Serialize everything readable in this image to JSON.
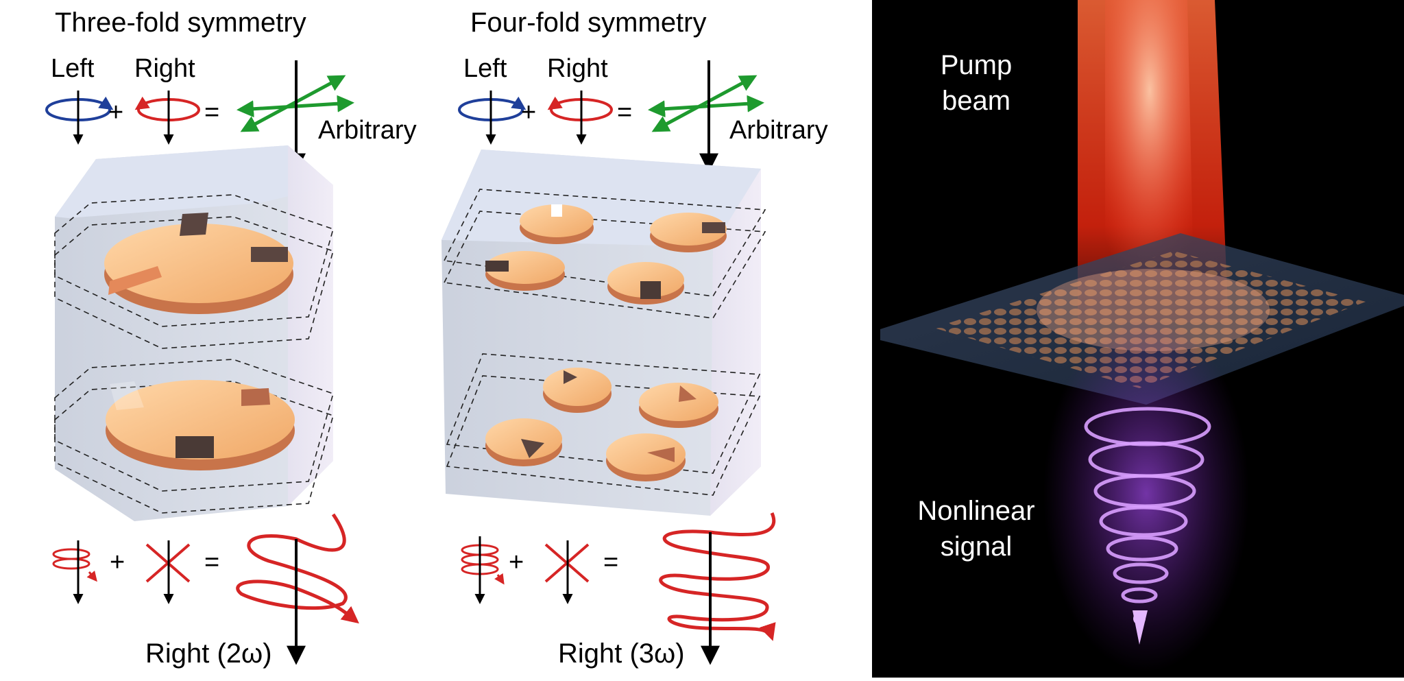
{
  "panels": {
    "three_fold": {
      "title": "Three-fold symmetry",
      "left_label": "Left",
      "right_label": "Right",
      "plus": "+",
      "equals": "=",
      "arbitrary_label": "Arbitrary",
      "output_label": "Right (2ω)"
    },
    "four_fold": {
      "title": "Four-fold symmetry",
      "left_label": "Left",
      "right_label": "Right",
      "plus": "+",
      "equals": "=",
      "arbitrary_label": "Arbitrary",
      "output_label": "Right (3ω)"
    },
    "illustration": {
      "pump_line1": "Pump",
      "pump_line2": "beam",
      "signal_line1": "Nonlinear",
      "signal_line2": "signal"
    }
  },
  "colors": {
    "left_circular": "#1f3f9a",
    "right_circular": "#d62525",
    "linear_arbitrary": "#1e9a2e",
    "helix": "#d62525",
    "disk_top": "#f6b97a",
    "disk_side": "#c8744a",
    "crystal": "#d4dae6",
    "pump": "#ff3a1e",
    "signal": "#c070ff",
    "background_right": "#000000"
  }
}
